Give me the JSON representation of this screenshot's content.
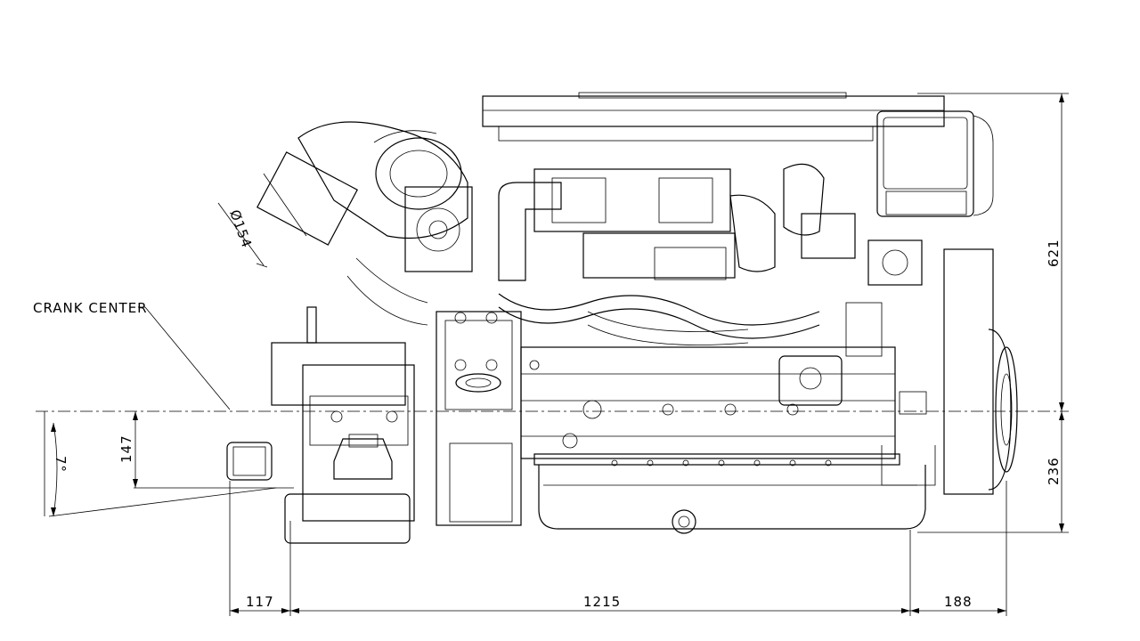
{
  "labels": {
    "crank_center": "CRANK CENTER",
    "diameter": "Ø154",
    "angle": "7°"
  },
  "dimensions": {
    "bottom_left": "117",
    "bottom_middle": "1215",
    "bottom_right": "188",
    "right_upper": "621",
    "right_lower": "236",
    "left_height": "147"
  },
  "colors": {
    "ink": "#000000",
    "paper": "#ffffff"
  }
}
